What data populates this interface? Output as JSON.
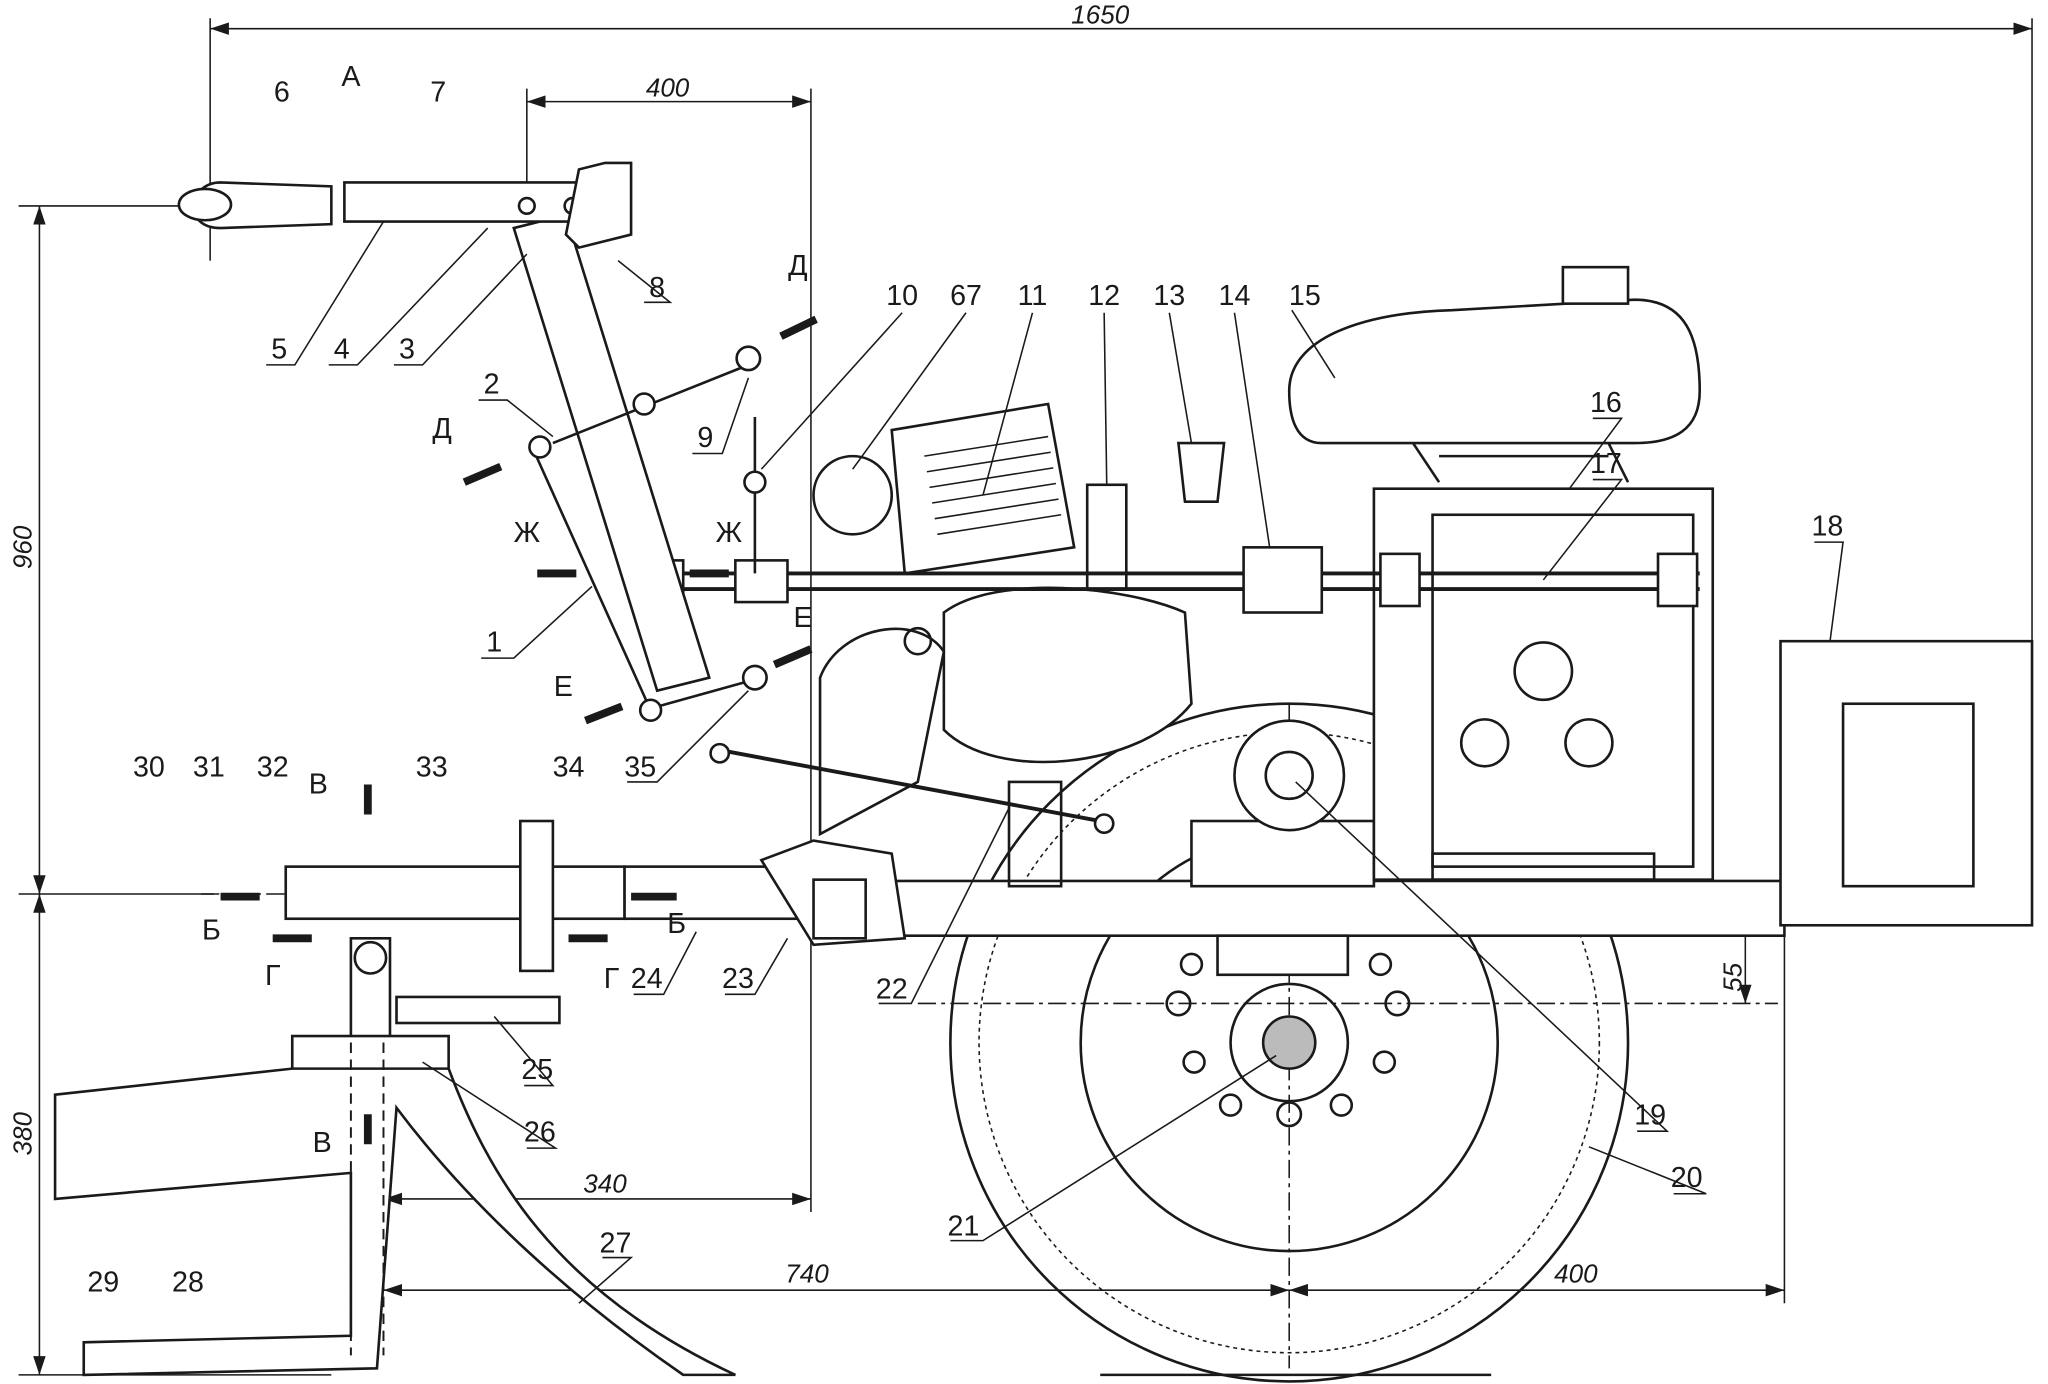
{
  "dimensions": {
    "overall_length": "1650",
    "handle_offset": "400",
    "overall_height": "960",
    "lower_height": "380",
    "plow_offset": "340",
    "plow_to_axle": "740",
    "axle_to_rear": "400",
    "axle_drop": "55"
  },
  "parts": {
    "p1": "1",
    "p2": "2",
    "p3": "3",
    "p4": "4",
    "p5": "5",
    "p6": "6",
    "p7": "7",
    "p8": "8",
    "p9": "9",
    "p10": "10",
    "p67": "67",
    "p11": "11",
    "p12": "12",
    "p13": "13",
    "p14": "14",
    "p15": "15",
    "p16": "16",
    "p17": "17",
    "p18": "18",
    "p19": "19",
    "p20": "20",
    "p21": "21",
    "p22": "22",
    "p23": "23",
    "p24": "24",
    "p25": "25",
    "p26": "26",
    "p27": "27",
    "p28": "28",
    "p29": "29",
    "p30": "30",
    "p31": "31",
    "p32": "32",
    "p33": "33",
    "p34": "34",
    "p35": "35"
  },
  "sections": {
    "a": "А",
    "d1": "Д",
    "d2": "Д",
    "zh1": "Ж",
    "zh2": "Ж",
    "e1": "Е",
    "e2": "Е",
    "v1": "В",
    "v2": "В",
    "b1": "Б",
    "b2": "Б",
    "g1": "Г",
    "g2": "Г"
  }
}
